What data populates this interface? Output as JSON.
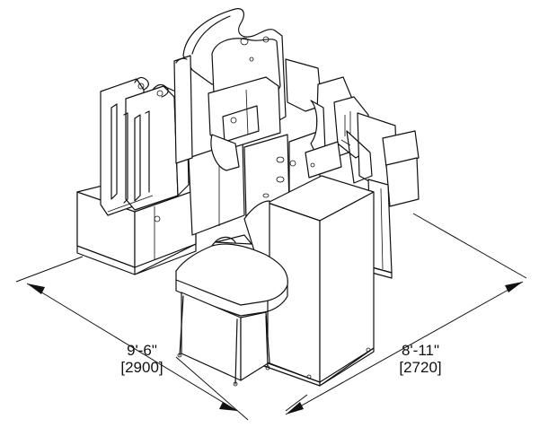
{
  "dimensions": {
    "width": {
      "feet_inches": "9'-6\"",
      "mm": "[2900]"
    },
    "depth": {
      "feet_inches": "8'-11\"",
      "mm": "[2720]"
    }
  },
  "colors": {
    "line": "#111111",
    "background": "#ffffff"
  }
}
